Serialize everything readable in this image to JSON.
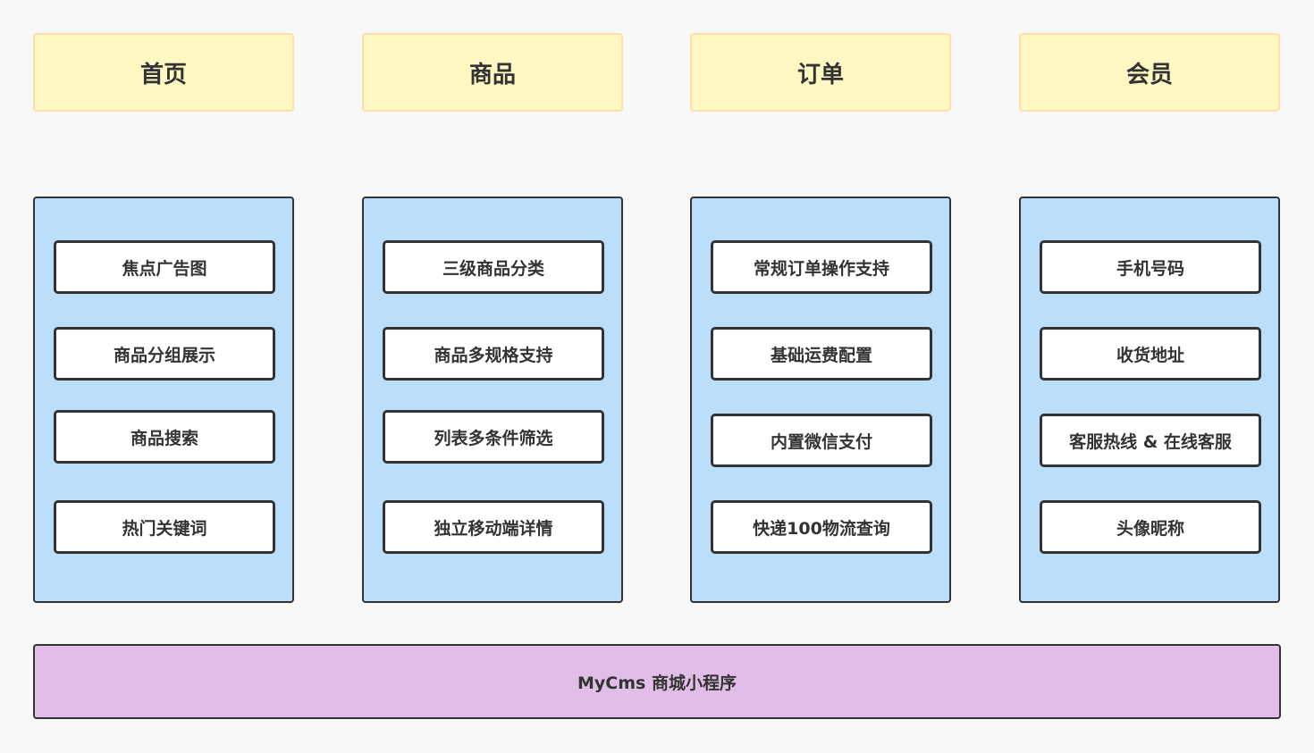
{
  "headers": [
    "首页",
    "商品",
    "订单",
    "会员"
  ],
  "columns": [
    {
      "items": [
        "焦点广告图",
        "商品分组展示",
        "商品搜索",
        "热门关键词"
      ]
    },
    {
      "items": [
        "三级商品分类",
        "商品多规格支持",
        "列表多条件筛选",
        "独立移动端详情"
      ]
    },
    {
      "items": [
        "常规订单操作支持",
        "基础运费配置",
        "内置微信支付",
        "快递100物流查询"
      ]
    },
    {
      "items": [
        "手机号码",
        "收货地址",
        "客服热线 & 在线客服",
        "头像昵称"
      ]
    }
  ],
  "footer": {
    "label": "MyCms 商城小程序"
  },
  "colors": {
    "header_fill": "#fff8c2",
    "header_border": "#ffe0a8",
    "column_fill": "#bbdefb",
    "item_fill": "#ffffff",
    "footer_fill": "#e1bee7",
    "stroke": "#333333"
  }
}
